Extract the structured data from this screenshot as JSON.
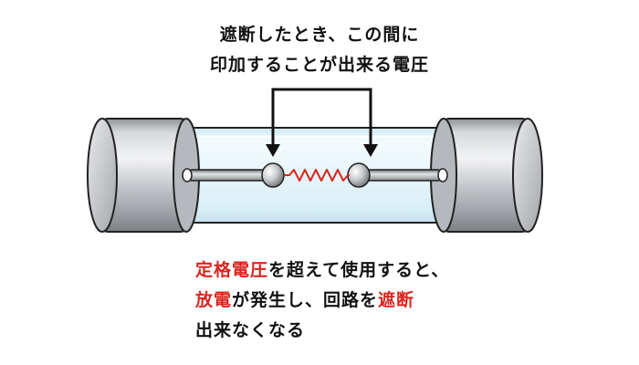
{
  "top_caption": {
    "line1": "遮断したとき、この間に",
    "line2": "印加することが出来る電圧"
  },
  "bottom_caption": {
    "line1_red": "定格電圧",
    "line1_rest": "を超えて使用すると、",
    "line2_red1": "放電",
    "line2_mid": "が発生し、回路を",
    "line2_red2": "遮断",
    "line3": "出来なくなる"
  },
  "colors": {
    "emphasis": "#d8261f",
    "text": "#111111",
    "resistor": "#d8261f",
    "glass": "#e4f4fa",
    "metal": "#b9bcc0"
  },
  "icons": [
    "fuse-tube",
    "left-metal-cap",
    "right-metal-cap",
    "electrode-left",
    "electrode-right",
    "zigzag-filament",
    "bracket-arrow"
  ]
}
